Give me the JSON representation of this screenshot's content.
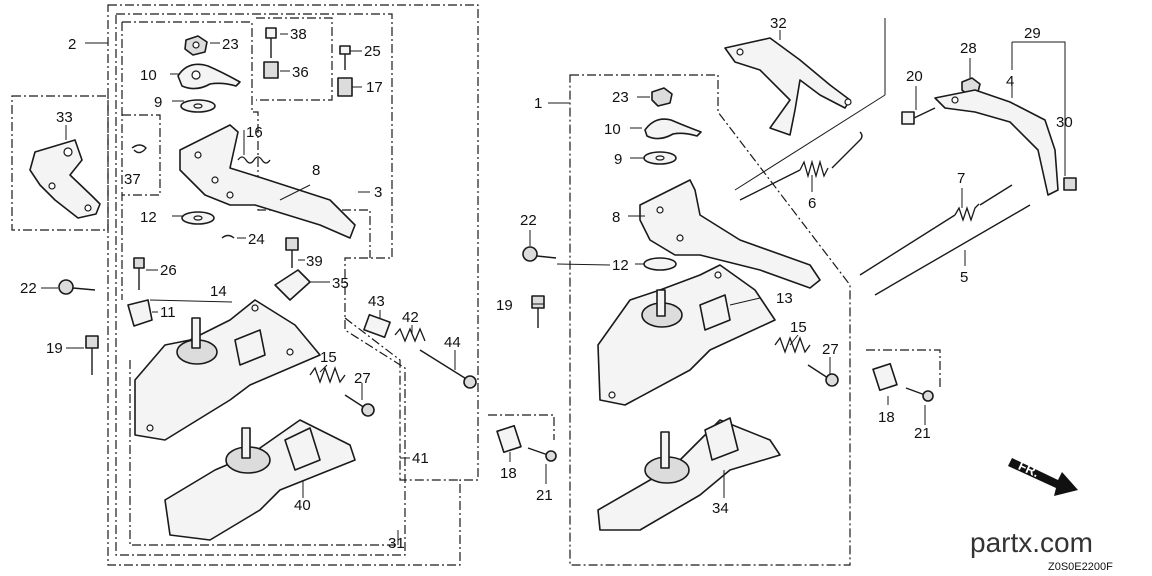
{
  "callouts": {
    "c1": "1",
    "c2": "2",
    "c3": "3",
    "c4": "4",
    "c5": "5",
    "c6": "6",
    "c7": "7",
    "c8a": "8",
    "c8b": "8",
    "c9a": "9",
    "c9b": "9",
    "c10a": "10",
    "c10b": "10",
    "c11": "11",
    "c12a": "12",
    "c12b": "12",
    "c13": "13",
    "c14": "14",
    "c15a": "15",
    "c15b": "15",
    "c16": "16",
    "c17": "17",
    "c18a": "18",
    "c18b": "18",
    "c19a": "19",
    "c19b": "19",
    "c20": "20",
    "c21a": "21",
    "c21b": "21",
    "c22a": "22",
    "c22b": "22",
    "c23a": "23",
    "c23b": "23",
    "c24": "24",
    "c25": "25",
    "c26": "26",
    "c27a": "27",
    "c27b": "27",
    "c28": "28",
    "c29": "29",
    "c30": "30",
    "c31": "31",
    "c32": "32",
    "c33": "33",
    "c34": "34",
    "c35": "35",
    "c36": "36",
    "c37": "37",
    "c38": "38",
    "c39": "39",
    "c40": "40",
    "c41": "41",
    "c42": "42",
    "c43": "43",
    "c44": "44"
  },
  "direction_label": "FR.",
  "watermark": "partx.com",
  "diagram_code": "Z0S0E2200F"
}
